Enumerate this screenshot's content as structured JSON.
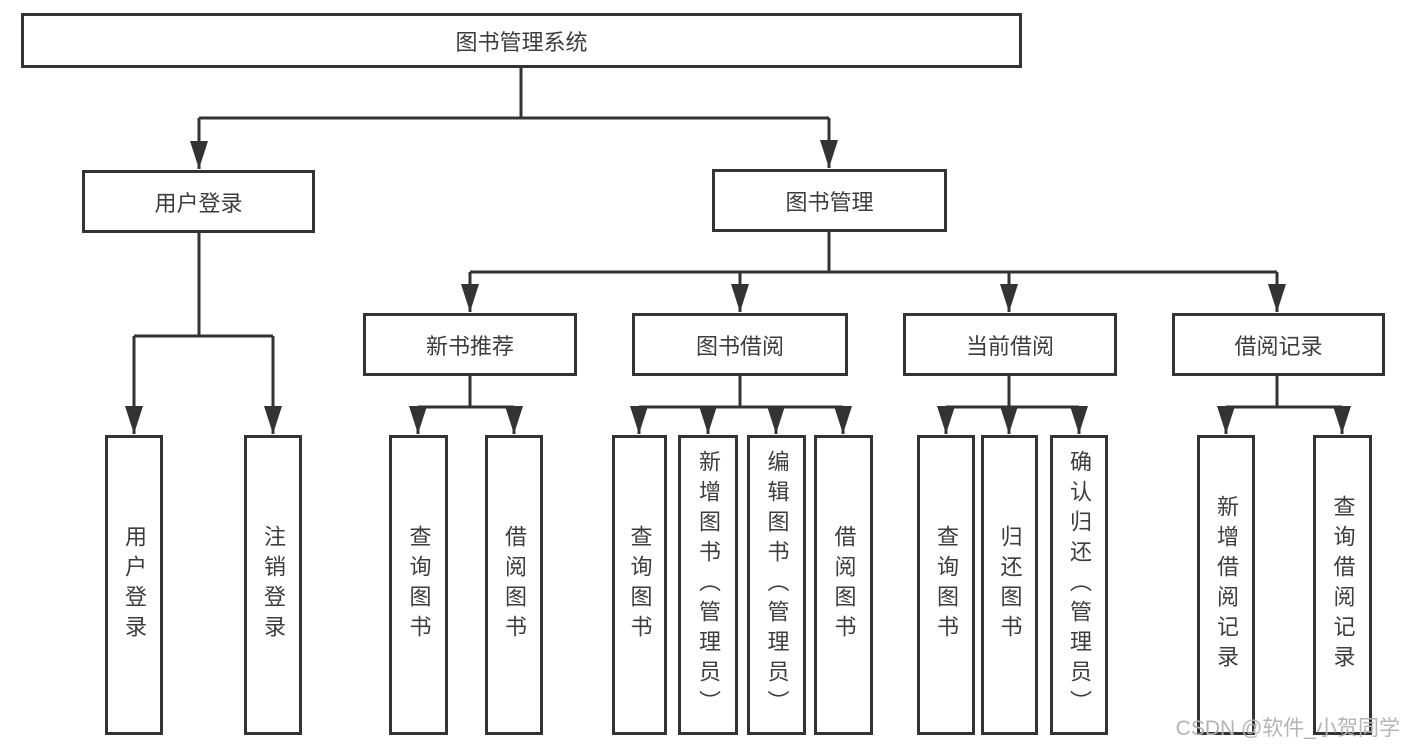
{
  "diagram": {
    "root": {
      "label": "图书管理系统",
      "children": [
        {
          "label": "用户登录",
          "children": [
            {
              "label": "用户登录"
            },
            {
              "label": "注销登录"
            }
          ]
        },
        {
          "label": "图书管理",
          "children": [
            {
              "label": "新书推荐",
              "children": [
                {
                  "label": "查询图书"
                },
                {
                  "label": "借阅图书"
                }
              ]
            },
            {
              "label": "图书借阅",
              "children": [
                {
                  "label": "查询图书"
                },
                {
                  "label": "新增图书（管理员）"
                },
                {
                  "label": "编辑图书（管理员）"
                },
                {
                  "label": "借阅图书"
                }
              ]
            },
            {
              "label": "当前借阅",
              "children": [
                {
                  "label": "查询图书"
                },
                {
                  "label": "归还图书"
                },
                {
                  "label": "确认归还（管理员）"
                }
              ]
            },
            {
              "label": "借阅记录",
              "children": [
                {
                  "label": "新增借阅记录"
                },
                {
                  "label": "查询借阅记录"
                }
              ]
            }
          ]
        }
      ]
    }
  },
  "watermark": {
    "text": "CSDN @软件_小贺同学"
  },
  "colors": {
    "line": "#333333",
    "box_border": "#333333",
    "box_fill": "#ffffff",
    "text": "#3d3d3d",
    "watermark": "#b4b4b4",
    "background": "#ffffff"
  }
}
